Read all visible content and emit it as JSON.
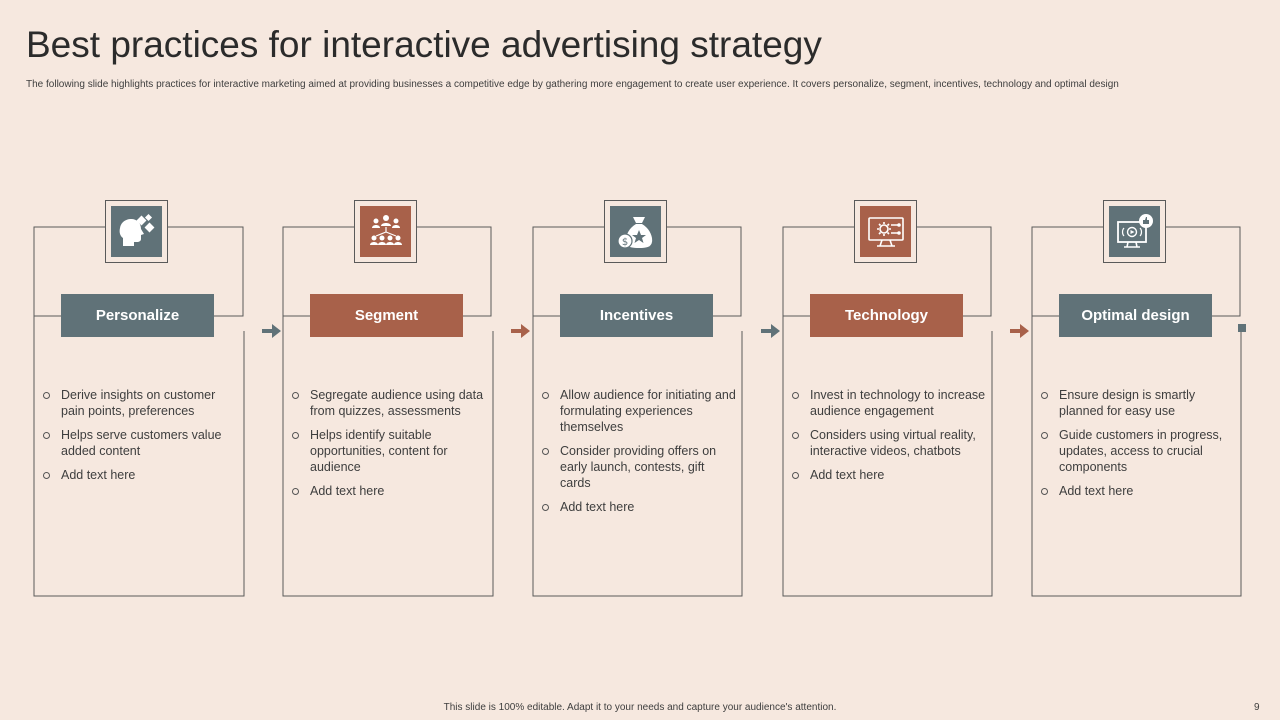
{
  "title": "Best practices for interactive advertising strategy",
  "subtitle": "The following slide highlights practices for interactive marketing aimed at providing businesses a competitive edge by gathering more engagement to create user experience. It covers personalize, segment, incentives, technology and optimal design",
  "footer": "This slide is 100% editable. Adapt it to your needs and capture your audience's attention.",
  "page_number": "9",
  "colors": {
    "slate": "#607278",
    "rust": "#a8614a",
    "background": "#f6e8df"
  },
  "steps": [
    {
      "label": "Personalize",
      "color": "slate",
      "icon": "head-puzzle-icon",
      "bullets": [
        "Derive insights on customer pain points, preferences",
        "Helps serve customers value added content",
        "Add text here"
      ]
    },
    {
      "label": "Segment",
      "color": "rust",
      "icon": "audience-segment-icon",
      "bullets": [
        "Segregate audience using data from quizzes, assessments",
        "Helps identify suitable opportunities, content for audience",
        "Add text here"
      ]
    },
    {
      "label": "Incentives",
      "color": "slate",
      "icon": "money-bag-icon",
      "bullets": [
        "Allow audience for initiating and formulating experiences themselves",
        "Consider providing offers on early launch, contests, gift cards",
        "Add text here"
      ]
    },
    {
      "label": "Technology",
      "color": "rust",
      "icon": "monitor-gear-icon",
      "bullets": [
        "Invest in technology to increase audience engagement",
        "Considers using virtual reality, interactive videos, chatbots",
        "Add text here"
      ]
    },
    {
      "label": "Optimal design",
      "color": "slate",
      "icon": "screen-design-icon",
      "bullets": [
        "Ensure design is smartly planned for easy use",
        "Guide customers in progress, updates, access to crucial components",
        "Add text here"
      ]
    }
  ]
}
